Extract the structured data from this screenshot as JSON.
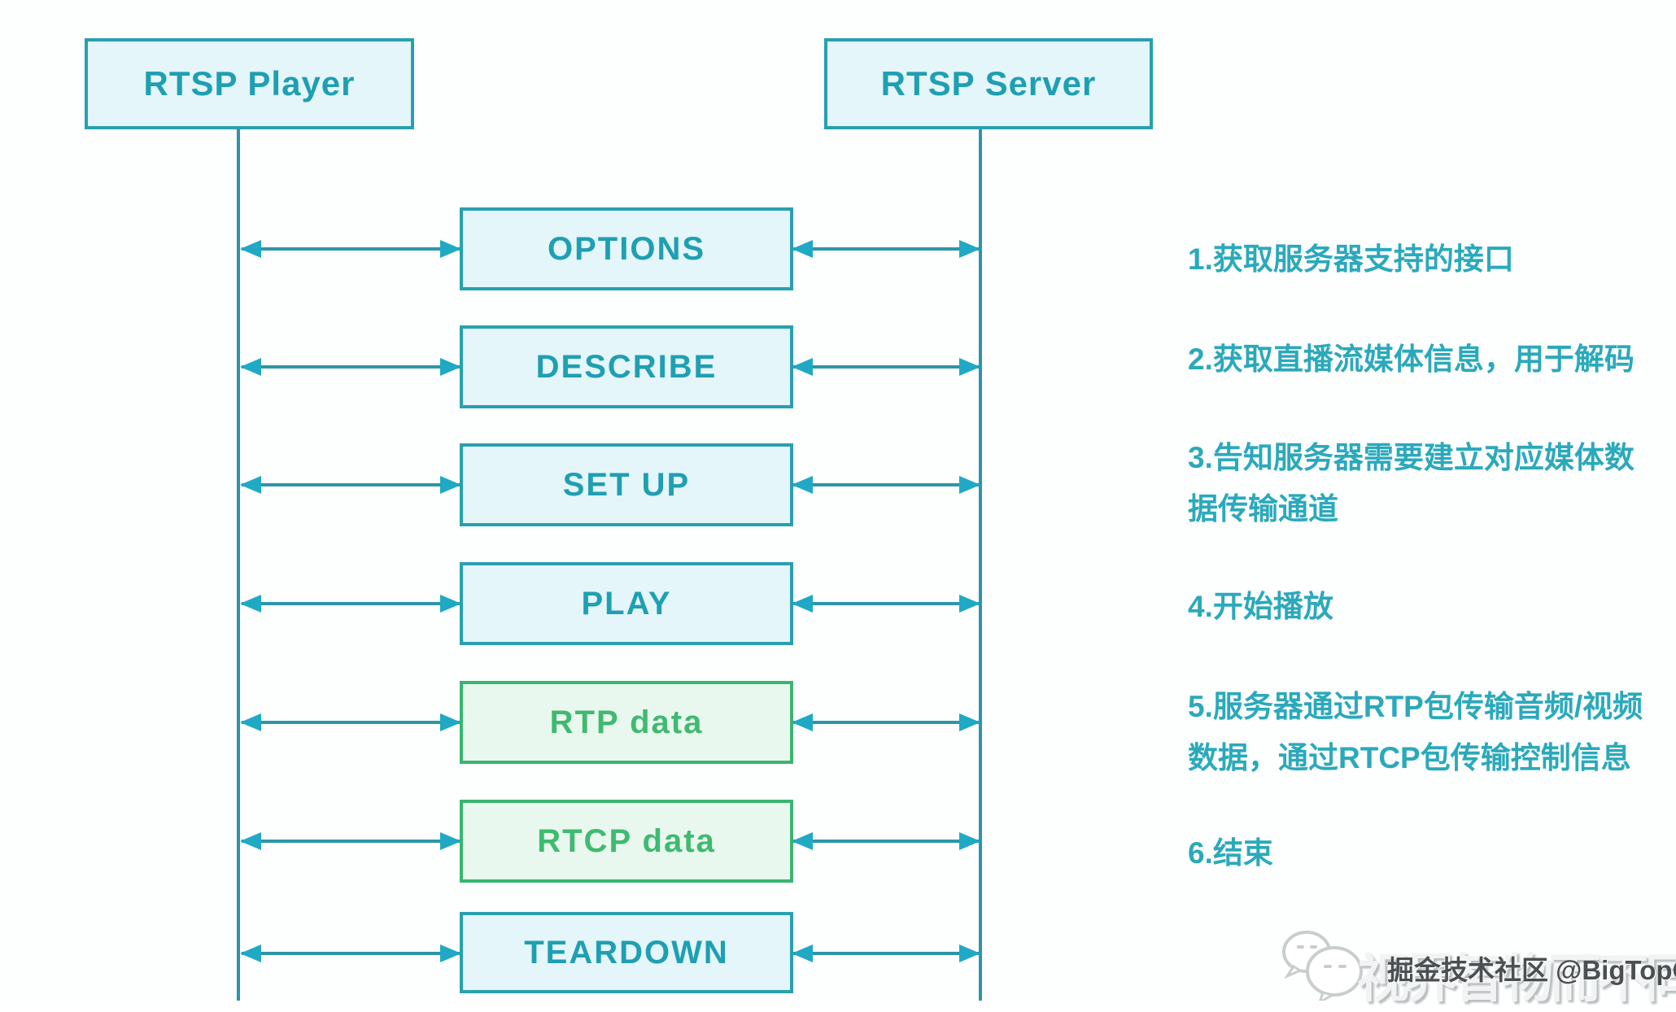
{
  "diagram": {
    "title_semantics": "RTSP interaction sequence between player and server",
    "actors": [
      {
        "id": "player",
        "label": "RTSP Player"
      },
      {
        "id": "server",
        "label": "RTSP Server"
      }
    ],
    "messages": [
      {
        "label": "OPTIONS",
        "type": "control"
      },
      {
        "label": "DESCRIBE",
        "type": "control"
      },
      {
        "label": "SET UP",
        "type": "control"
      },
      {
        "label": "PLAY",
        "type": "control"
      },
      {
        "label": "RTP data",
        "type": "data"
      },
      {
        "label": "RTCP data",
        "type": "data"
      },
      {
        "label": "TEARDOWN",
        "type": "control"
      }
    ],
    "annotations": [
      {
        "lines": [
          "1.获取服务器支持的接口"
        ]
      },
      {
        "lines": [
          "2.获取直播流媒体信息，用于解码"
        ]
      },
      {
        "lines": [
          "3.告知服务器需要建立对应媒体数",
          "据传输通道"
        ]
      },
      {
        "lines": [
          "4.开始播放"
        ]
      },
      {
        "lines": [
          "5.服务器通过RTP包传输音频/视频",
          "数据，通过RTCP包传输控制信息"
        ]
      },
      {
        "lines": [
          "6.结束"
        ]
      }
    ],
    "colors": {
      "teal_border": "#28a0af",
      "teal_text": "#1f9fb2",
      "teal_line": "#2d96a6",
      "teal_arrowhead": "#1fa9c4",
      "cyan_fill": "#e4f6f9",
      "green_border": "#3ab571",
      "green_fill": "#e9f8ee",
      "green_text": "#3fba70",
      "annotation_text": "#2ba9bb"
    }
  },
  "watermark": {
    "icon": "wechat-icon",
    "background_text": "视界智物而不同",
    "foreground_text": "掘金技术社区 @BigTopOne"
  }
}
